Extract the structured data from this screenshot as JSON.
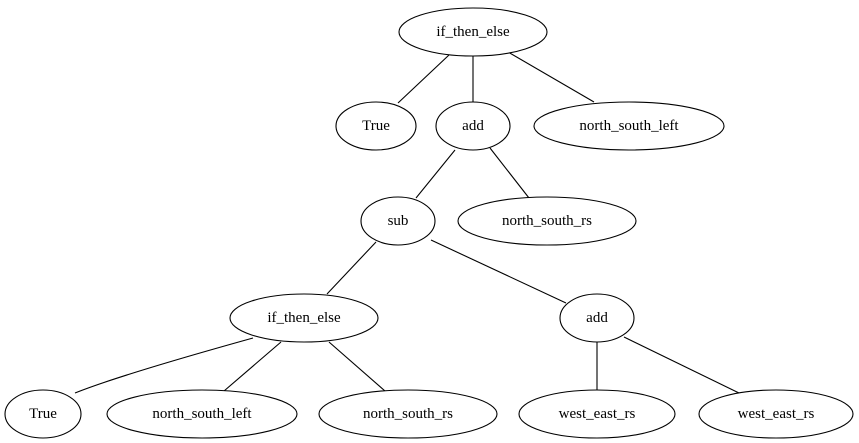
{
  "nodes": [
    {
      "id": "n0",
      "label": "if_then_else"
    },
    {
      "id": "n1",
      "label": "True"
    },
    {
      "id": "n2",
      "label": "add"
    },
    {
      "id": "n3",
      "label": "north_south_left"
    },
    {
      "id": "n4",
      "label": "sub"
    },
    {
      "id": "n5",
      "label": "north_south_rs"
    },
    {
      "id": "n6",
      "label": "if_then_else"
    },
    {
      "id": "n7",
      "label": "add"
    },
    {
      "id": "n8",
      "label": "True"
    },
    {
      "id": "n9",
      "label": "north_south_left"
    },
    {
      "id": "n10",
      "label": "north_south_rs"
    },
    {
      "id": "n11",
      "label": "west_east_rs"
    },
    {
      "id": "n12",
      "label": "west_east_rs"
    }
  ],
  "edges": [
    {
      "from": "n0",
      "to": "n1"
    },
    {
      "from": "n0",
      "to": "n2"
    },
    {
      "from": "n0",
      "to": "n3"
    },
    {
      "from": "n2",
      "to": "n4"
    },
    {
      "from": "n2",
      "to": "n5"
    },
    {
      "from": "n4",
      "to": "n6"
    },
    {
      "from": "n4",
      "to": "n7"
    },
    {
      "from": "n6",
      "to": "n8"
    },
    {
      "from": "n6",
      "to": "n9"
    },
    {
      "from": "n6",
      "to": "n10"
    },
    {
      "from": "n7",
      "to": "n11"
    },
    {
      "from": "n7",
      "to": "n12"
    }
  ]
}
